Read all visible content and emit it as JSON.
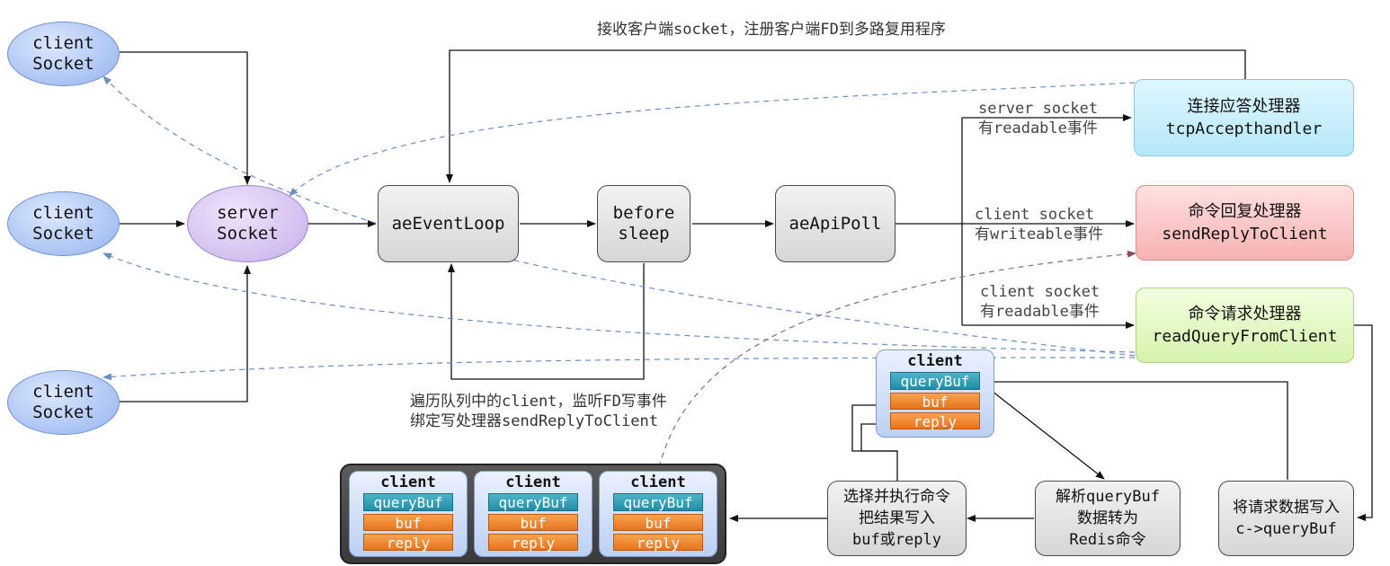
{
  "nodes": {
    "client1": "client\nSocket",
    "client2": "client\nSocket",
    "client3": "client\nSocket",
    "server": "server\nSocket",
    "event_loop": "aeEventLoop",
    "before_sleep": "before\nsleep",
    "api_poll": "aeApiPoll",
    "accept_handler": "连接应答处理器\ntcpAccepthandler",
    "reply_handler": "命令回复处理器\nsendReplyToClient",
    "read_handler": "命令请求处理器\nreadQueryFromClient",
    "write_query": "将请求数据写入\nc->queryBuf",
    "parse": "解析queryBuf\n数据转为\nRedis命令",
    "execute": "选择并执行命令\n把结果写入\nbuf或reply"
  },
  "client_struct": {
    "title": "client",
    "query": "queryBuf",
    "buf": "buf",
    "reply": "reply"
  },
  "labels": {
    "top_note": "接收客户端socket，注册客户端FD到多路复用程序",
    "server_readable": "server socket\n有readable事件",
    "client_writeable": "client socket\n有writeable事件",
    "client_readable": "client socket\n有readable事件",
    "before_sleep_note": "遍历队列中的client，监听FD写事件\n绑定写处理器sendReplyToClient"
  },
  "colors": {
    "client_socket": "#a9c3f3",
    "server_socket": "#d3bff0",
    "accept_handler": "#b4e8f8",
    "reply_handler": "#f7b2b2",
    "read_handler": "#d6f3ad",
    "dashed_link": "#6a8fc7",
    "dashed_link_red": "#9a5a6a"
  }
}
